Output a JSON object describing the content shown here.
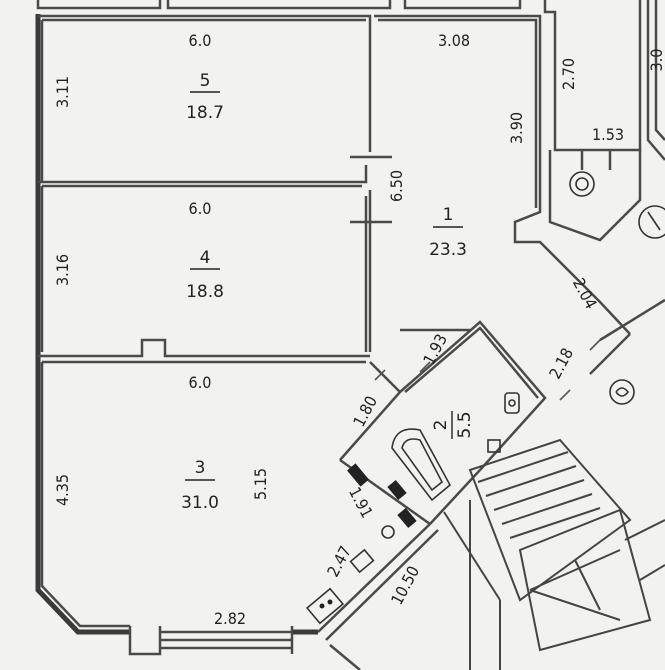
{
  "rooms": [
    {
      "id": "5",
      "number": "5",
      "area": "18.7"
    },
    {
      "id": "4",
      "number": "4",
      "area": "18.8"
    },
    {
      "id": "3",
      "number": "3",
      "area": "31.0"
    },
    {
      "id": "1",
      "number": "1",
      "area": "23.3"
    },
    {
      "id": "2",
      "number": "2",
      "area": "5.5"
    }
  ],
  "dimensions": [
    {
      "id": "room5-width",
      "value": "6.0"
    },
    {
      "id": "room5-height",
      "value": "3.11"
    },
    {
      "id": "room4-width",
      "value": "6.0"
    },
    {
      "id": "room4-height",
      "value": "3.16"
    },
    {
      "id": "room3-width",
      "value": "6.0"
    },
    {
      "id": "room3-height-left",
      "value": "4.35"
    },
    {
      "id": "room3-height-right",
      "value": "5.15"
    },
    {
      "id": "room3-bottom",
      "value": "2.82"
    },
    {
      "id": "hall-width",
      "value": "3.08"
    },
    {
      "id": "hall-upper-height",
      "value": "3.90"
    },
    {
      "id": "hall-mid-height",
      "value": "6.50"
    },
    {
      "id": "corridor-diag-a",
      "value": "2.04"
    },
    {
      "id": "corridor-diag-b",
      "value": "2.18"
    },
    {
      "id": "bath-top",
      "value": "1.93"
    },
    {
      "id": "bath-side",
      "value": "1.80"
    },
    {
      "id": "bath-left",
      "value": "1.91"
    },
    {
      "id": "kitchen-diag",
      "value": "2.47"
    },
    {
      "id": "stair-length",
      "value": "10.50"
    },
    {
      "id": "balcony-height",
      "value": "2.70"
    },
    {
      "id": "balcony-width",
      "value": "1.53"
    },
    {
      "id": "edge-right",
      "value": "3.0"
    }
  ]
}
